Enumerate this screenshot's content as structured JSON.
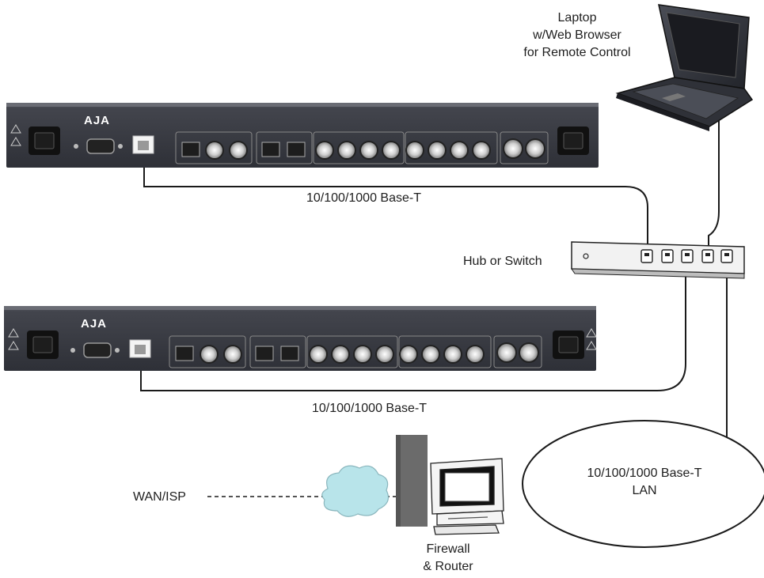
{
  "labels": {
    "laptop": [
      "Laptop",
      "w/Web Browser",
      "for Remote Control"
    ],
    "hub": "Hub or Switch",
    "link_top": "10/100/1000 Base-T",
    "link_bottom": "10/100/1000 Base-T",
    "wan": "WAN/ISP",
    "lan": [
      "10/100/1000 Base-T",
      "LAN"
    ],
    "firewall": [
      "Firewall",
      "& Router"
    ]
  },
  "devices": {
    "unit_brand": "AJA"
  },
  "colors": {
    "chassis": "#3d3f47",
    "chassis_dark": "#23252b",
    "cable": "#1a1a1a",
    "cloud": "#b8e4ea",
    "hub_body": "#f2f2f2",
    "firewall": "#6b6b6b"
  }
}
